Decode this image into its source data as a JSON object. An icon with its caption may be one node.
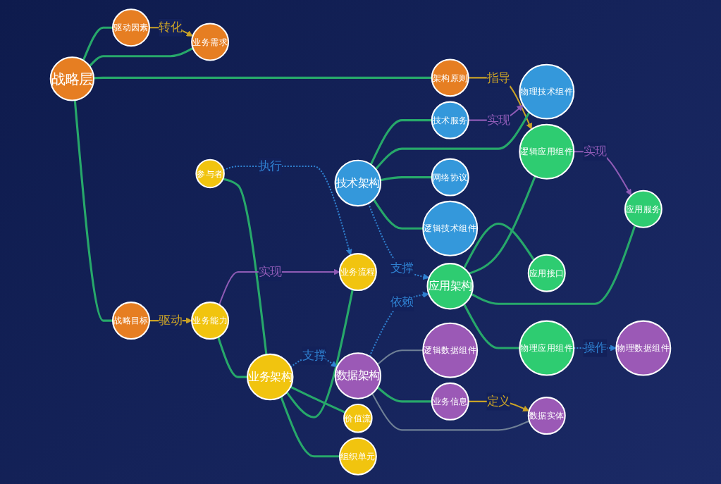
{
  "diagram": {
    "nodes": [
      {
        "text": [
          "战略层"
        ]
      },
      {
        "text": [
          "驱动因素"
        ]
      },
      {
        "text": [
          "战略目标"
        ]
      },
      {
        "text": [
          "业务需求"
        ]
      },
      {
        "text": [
          "业务能力"
        ]
      },
      {
        "text": [
          "架构原则"
        ]
      },
      {
        "text": [
          "逻辑技术组件"
        ]
      },
      {
        "text": [
          "网络协议"
        ]
      },
      {
        "text": [
          "组织单元"
        ]
      },
      {
        "text": [
          "参与者"
        ]
      },
      {
        "text": [
          "技术架构"
        ]
      },
      {
        "text": [
          "业务架构"
        ]
      },
      {
        "text": [
          "业务流程"
        ]
      },
      {
        "text": [
          "物理技术组件"
        ]
      },
      {
        "text": [
          "物理应用组件"
        ]
      },
      {
        "text": [
          "业务信息"
        ]
      },
      {
        "text": [
          "数据实体"
        ]
      },
      {
        "text": [
          "应用服务"
        ]
      },
      {
        "text": [
          "物理数据组件"
        ]
      },
      {
        "text": [
          "技术服务"
        ]
      },
      {
        "text": [
          "价值流"
        ]
      },
      {
        "text": [
          "逻辑应用组件"
        ]
      },
      {
        "text": [
          "数据架构"
        ]
      },
      {
        "text": [
          "应用架构"
        ]
      },
      {
        "text": [
          "逻辑数据组件"
        ]
      },
      {
        "text": [
          "应用接口"
        ]
      }
    ],
    "edges": [
      {
        "from": 0,
        "to": 2,
        "arrow": "none"
      },
      {
        "from": 0,
        "to": 5,
        "arrow": "none"
      },
      {
        "from": 0,
        "to": 3,
        "arrow": "none"
      },
      {
        "from": 0,
        "to": 1,
        "arrow": "none"
      },
      {
        "from": 1,
        "to": 3,
        "arrow": "to",
        "label": "转化",
        "color": "#c9a227"
      },
      {
        "from": 2,
        "to": 4,
        "arrow": "to",
        "label": "驱动",
        "color": "#c9a227"
      },
      {
        "from": 4,
        "to": 11,
        "arrow": "none"
      },
      {
        "from": 11,
        "to": 8,
        "arrow": "none"
      },
      {
        "from": 11,
        "to": 9,
        "arrow": "none"
      },
      {
        "from": 11,
        "to": 12,
        "arrow": "none"
      },
      {
        "from": 11,
        "to": 20,
        "arrow": "none"
      },
      {
        "from": 4,
        "to": 12,
        "arrow": "to",
        "label": "实现",
        "color": "#8e5bb5"
      },
      {
        "from": 9,
        "to": 12,
        "arrow": "to",
        "label": "执行",
        "style": "dashed",
        "color": "#2f80d0"
      },
      {
        "from": 11,
        "to": 22,
        "arrow": "to",
        "label": "支撑",
        "style": "dashed",
        "color": "#2f80d0"
      },
      {
        "from": 5,
        "to": 21,
        "arrow": "to",
        "label": "指导",
        "color": "#c9a227"
      },
      {
        "from": 15,
        "to": 16,
        "arrow": "to",
        "label": "定义",
        "color": "#c9a227"
      },
      {
        "from": 22,
        "to": 16,
        "arrow": "none",
        "color": "#6f8096"
      },
      {
        "from": 22,
        "to": 15,
        "arrow": "none"
      },
      {
        "from": 22,
        "to": 24,
        "arrow": "none",
        "color": "#6f8096"
      },
      {
        "from": 14,
        "to": 18,
        "arrow": "to",
        "label": "操作",
        "style": "dashed",
        "color": "#2f80d0"
      },
      {
        "from": 22,
        "to": 23,
        "arrow": "to",
        "label": "依赖",
        "style": "dashed",
        "color": "#2f80d0"
      },
      {
        "from": 23,
        "to": 14,
        "arrow": "none"
      },
      {
        "from": 23,
        "to": 17,
        "arrow": "none"
      },
      {
        "from": 23,
        "to": 21,
        "arrow": "none"
      },
      {
        "from": 23,
        "to": 25,
        "arrow": "none"
      },
      {
        "from": 21,
        "to": 17,
        "arrow": "to",
        "label": "实现",
        "color": "#8e5bb5"
      },
      {
        "from": 10,
        "to": 23,
        "arrow": "to",
        "label": "支撑",
        "style": "dashed",
        "color": "#2f80d0"
      },
      {
        "from": 10,
        "to": 6,
        "arrow": "none"
      },
      {
        "from": 10,
        "to": 7,
        "arrow": "none"
      },
      {
        "from": 10,
        "to": 13,
        "arrow": "none"
      },
      {
        "from": 10,
        "to": 19,
        "arrow": "none"
      },
      {
        "from": 19,
        "to": 13,
        "arrow": "to",
        "label": "实现",
        "color": "#8e5bb5"
      }
    ]
  }
}
